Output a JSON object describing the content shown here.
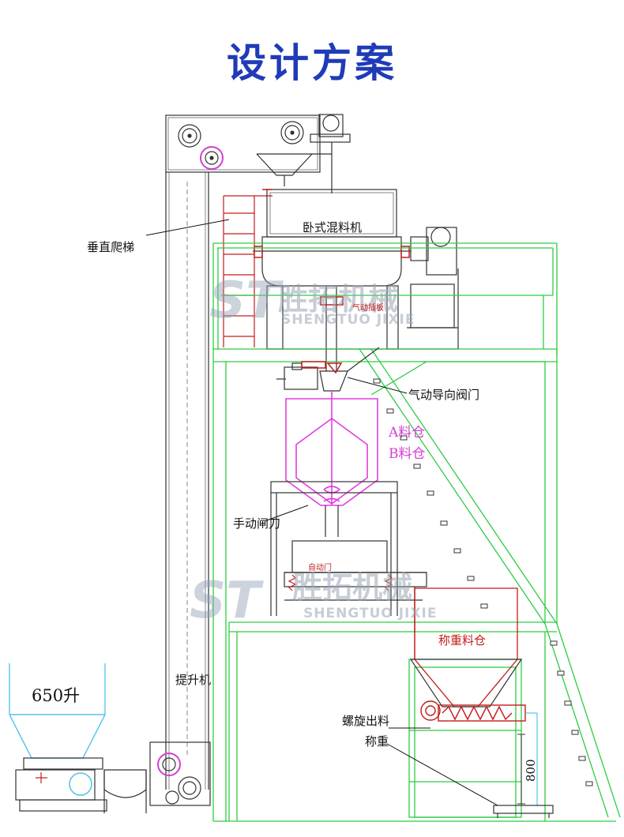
{
  "title": "设计方案",
  "labels": {
    "vertical_ladder": "垂直爬梯",
    "horizontal_mixer": "卧式混料机",
    "pneumatic_gate": "气动插板",
    "pneumatic_diverter": "气动导向阀门",
    "silo_a": "A料仓",
    "silo_b": "B料仓",
    "manual_gate": "手动闸刀",
    "elevator": "提升机",
    "hopper_volume": "650升",
    "weigh_silo": "称重料仓",
    "screw_discharge": "螺旋出料",
    "weighing": "称重",
    "dimension_800": "800",
    "small_label": "自动门"
  },
  "watermark": {
    "logo": "ST",
    "chinese": "胜拓机械",
    "english": "SHENGTUO JIXIE"
  },
  "colors": {
    "title": "#1f3bb8",
    "structure": "#2ecc40",
    "equipment": "#333333",
    "silo": "#e03ee0",
    "highlight": "#d02020"
  }
}
